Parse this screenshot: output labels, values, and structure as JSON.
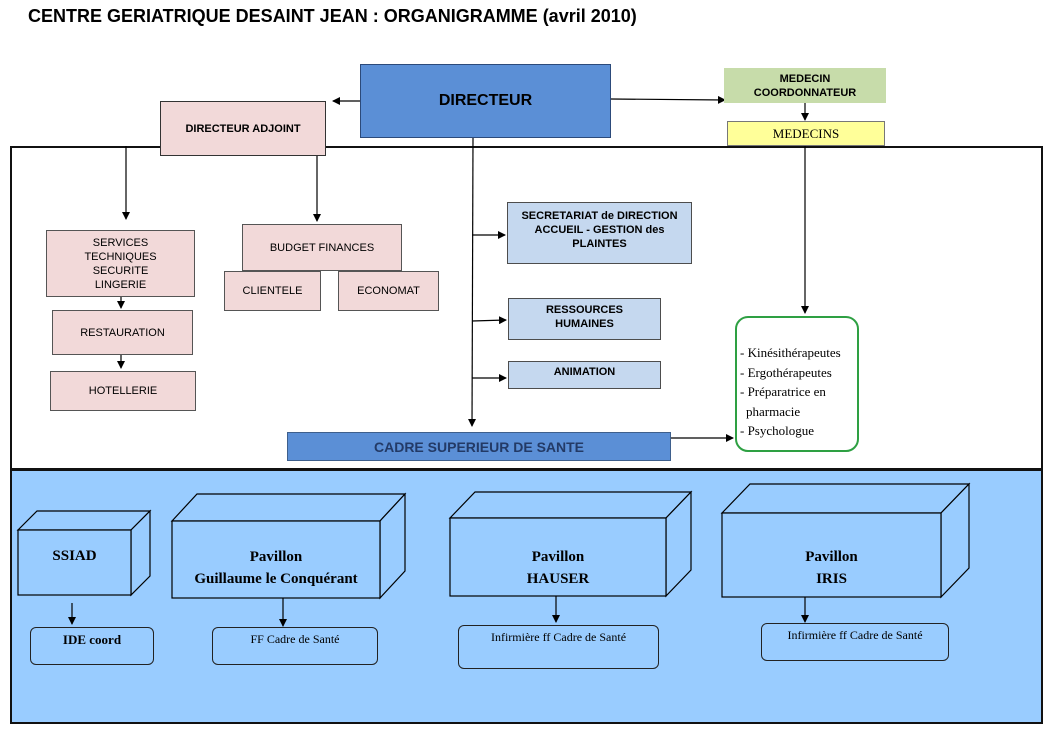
{
  "title": "CENTRE GERIATRIQUE DESAINT JEAN : ORGANIGRAMME (avril 2010)",
  "nodes": {
    "directeur": "DIRECTEUR",
    "directeur_adjoint": "DIRECTEUR ADJOINT",
    "medecin_coord_line1": "MEDECIN",
    "medecin_coord_line2": "COORDONNATEUR",
    "medecins": "MEDECINS",
    "services_lines": [
      "SERVICES",
      "TECHNIQUES",
      "SECURITE",
      "LINGERIE"
    ],
    "restauration": "RESTAURATION",
    "hotellerie": "HOTELLERIE",
    "budget": "BUDGET FINANCES",
    "clientele": "CLIENTELE",
    "economat": "ECONOMAT",
    "secretariat_lines": [
      "SECRETARIAT de DIRECTION",
      "ACCUEIL - GESTION des",
      "PLAINTES"
    ],
    "rh_lines": [
      "RESSOURCES",
      "HUMAINES"
    ],
    "animation": "ANIMATION",
    "cadre": "CADRE SUPERIEUR DE SANTE",
    "staff": [
      "- Kinésithérapeutes",
      "- Ergothérapeutes",
      "- Préparatrice en",
      "pharmacie",
      "- Psychologue"
    ]
  },
  "units": [
    {
      "line1": "SSIAD",
      "line2": "",
      "sub": "IDE coord"
    },
    {
      "line1": "Pavillon",
      "line2": "Guillaume le Conquérant",
      "sub": "FF Cadre de Santé"
    },
    {
      "line1": "Pavillon",
      "line2": "HAUSER",
      "sub": "Infirmière ff Cadre de Santé"
    },
    {
      "line1": "Pavillon",
      "line2": "IRIS",
      "sub": "Infirmière ff Cadre de Santé"
    }
  ],
  "colors": {
    "directeur": "#5b8fd6",
    "adjoint_pink": "#f2d9d9",
    "medecin_coord_green": "#c7dcaa",
    "medecins_yellow": "#ffff99",
    "support_blue": "#c5d8ef",
    "bottom_panel": "#99ccff",
    "staff_border": "#2ea043"
  }
}
